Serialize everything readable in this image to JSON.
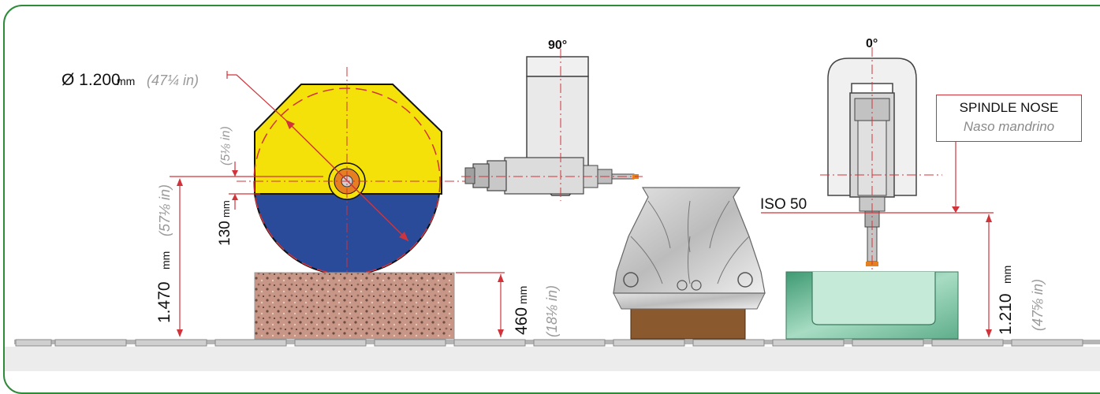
{
  "saw_blade": {
    "diameter_label": "Ø 1.200",
    "diameter_unit": "mm",
    "diameter_imperial": "(47¼ in)",
    "offset_value": "130",
    "offset_unit": "mm",
    "offset_imperial": "(5⅛ in)",
    "height_value": "1.470",
    "height_unit": "mm",
    "height_imperial": "(57⅛ in)"
  },
  "workpiece": {
    "height_value": "460",
    "height_unit": "mm",
    "height_imperial": "(18⅛ in)"
  },
  "head_90": {
    "angle": "90°"
  },
  "head_0": {
    "angle": "0°"
  },
  "spindle": {
    "label_en": "SPINDLE NOSE",
    "label_it": "Naso mandrino",
    "iso_label": "ISO 50",
    "height_value": "1.210",
    "height_unit": "mm",
    "height_imperial": "(47⅝ in)"
  },
  "colors": {
    "frame": "#2e8b3a",
    "dimension_line": "#d0343a",
    "blade_guard": "#f4e10a",
    "blade_lower": "#2a4a9a",
    "granite": "#c99a8e",
    "marble_green": "#8fd0b0",
    "pedestal": "#8a5a2e"
  }
}
